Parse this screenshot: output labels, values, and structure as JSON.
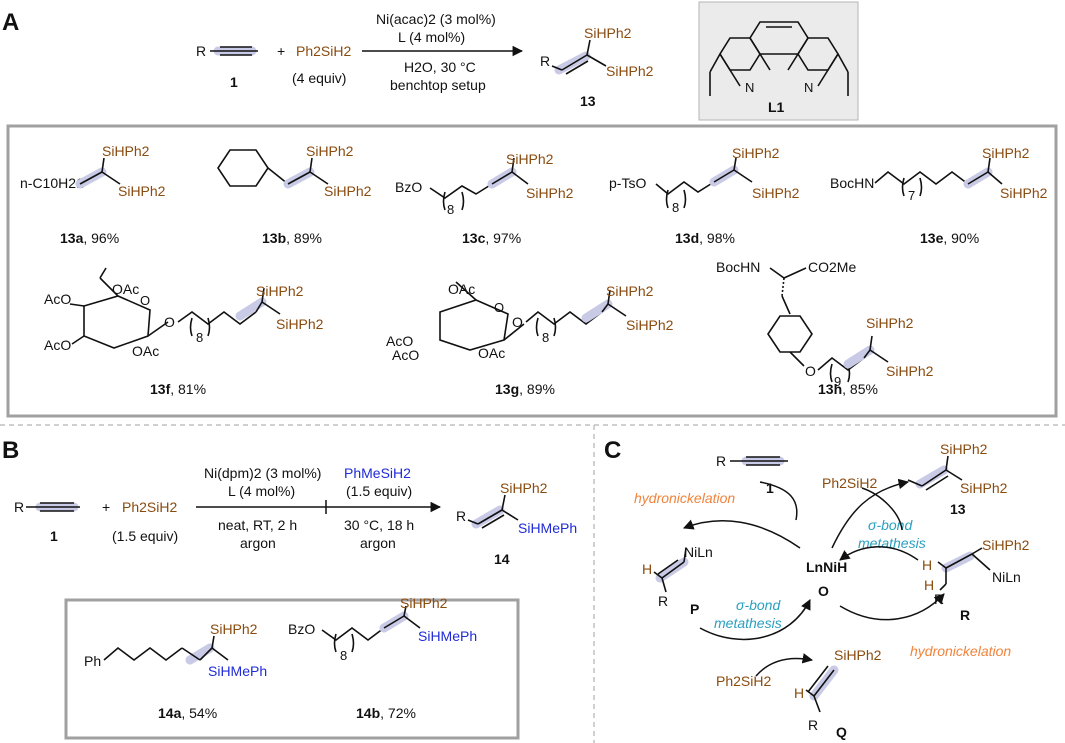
{
  "panels": {
    "a": "A",
    "b": "B",
    "c": "C"
  },
  "panel_a": {
    "substrate_r": "R",
    "substrate_label": "1",
    "plus": "+",
    "silane": "Ph2SiH2",
    "silane_equiv": "(4 equiv)",
    "cond_top_1": "Ni(acac)2 (3 mol%)",
    "cond_top_2": "L (4 mol%)",
    "cond_bot_1": "H2O, 30 °C",
    "cond_bot_2": "benchtop setup",
    "product_r": "R",
    "product_si_top": "SiHPh2",
    "product_si_bot": "SiHPh2",
    "product_label": "13",
    "ligand_label": "L1",
    "ligand_n1": "N",
    "ligand_n2": "N",
    "entries": [
      {
        "substituent": "n-C10H21",
        "id": "13a",
        "yield": ", 96%"
      },
      {
        "substituent": "",
        "id": "13b",
        "yield": ", 89%"
      },
      {
        "substituent": "BzO",
        "repeat": "8",
        "id": "13c",
        "yield": ", 97%"
      },
      {
        "substituent": "p-TsO",
        "repeat": "8",
        "id": "13d",
        "yield": ", 98%"
      },
      {
        "substituent": "BocHN",
        "repeat": "7",
        "id": "13e",
        "yield": ", 90%"
      },
      {
        "substituent": "OAc",
        "repeat": "8",
        "id": "13f",
        "yield": ", 81%"
      },
      {
        "substituent": "OAc",
        "repeat": "8",
        "id": "13g",
        "yield": ", 89%"
      },
      {
        "substituent": "BocHN",
        "ester": "CO2Me",
        "ether_o": "O",
        "repeat": "9",
        "id": "13h",
        "yield": ", 85%"
      }
    ],
    "sugar_labels": {
      "oac": "OAc",
      "aco": "AcO",
      "o": "O"
    },
    "si": "SiHPh2"
  },
  "panel_b": {
    "substrate_r": "R",
    "substrate_label": "1",
    "plus": "+",
    "silane": "Ph2SiH2",
    "silane_equiv": "(1.5 equiv)",
    "step1_top_1": "Ni(dpm)2 (3 mol%)",
    "step1_top_2": "L (4 mol%)",
    "step1_bot_1": "neat, RT, 2 h",
    "step1_bot_2": "argon",
    "step2_top_1": "PhMeSiH2",
    "step2_top_2": "(1.5 equiv)",
    "step2_bot_1": "30 °C, 18 h",
    "step2_bot_2": "argon",
    "product_r": "R",
    "product_si_top": "SiHPh2",
    "product_si_bot": "SiHMePh",
    "product_label": "14",
    "entries": [
      {
        "substituent": "Ph",
        "id": "14a",
        "yield": ", 54%"
      },
      {
        "substituent": "BzO",
        "repeat": "8",
        "id": "14b",
        "yield": ", 72%"
      }
    ]
  },
  "panel_c": {
    "alkyne_r": "R",
    "alkyne_label": "1",
    "silane_top": "Ph2SiH2",
    "product_label": "13",
    "catalyst": "LnNiH",
    "catalyst_label": "O",
    "hydronickelation": "hydronickelation",
    "sigma_bond": "σ-bond",
    "metathesis": "metathesis",
    "p_label": "P",
    "q_label": "Q",
    "r_label": "R",
    "nil": "NiLn",
    "h": "H",
    "r": "R",
    "si": "SiHPh2",
    "silane_bottom": "Ph2SiH2"
  },
  "colors": {
    "silicon": "#8a4b0f",
    "secondary_silane": "#1f2bd6",
    "hydronickelation": "#f0843c",
    "metathesis": "#2aa0c0",
    "highlight": "#c9cbe6"
  }
}
